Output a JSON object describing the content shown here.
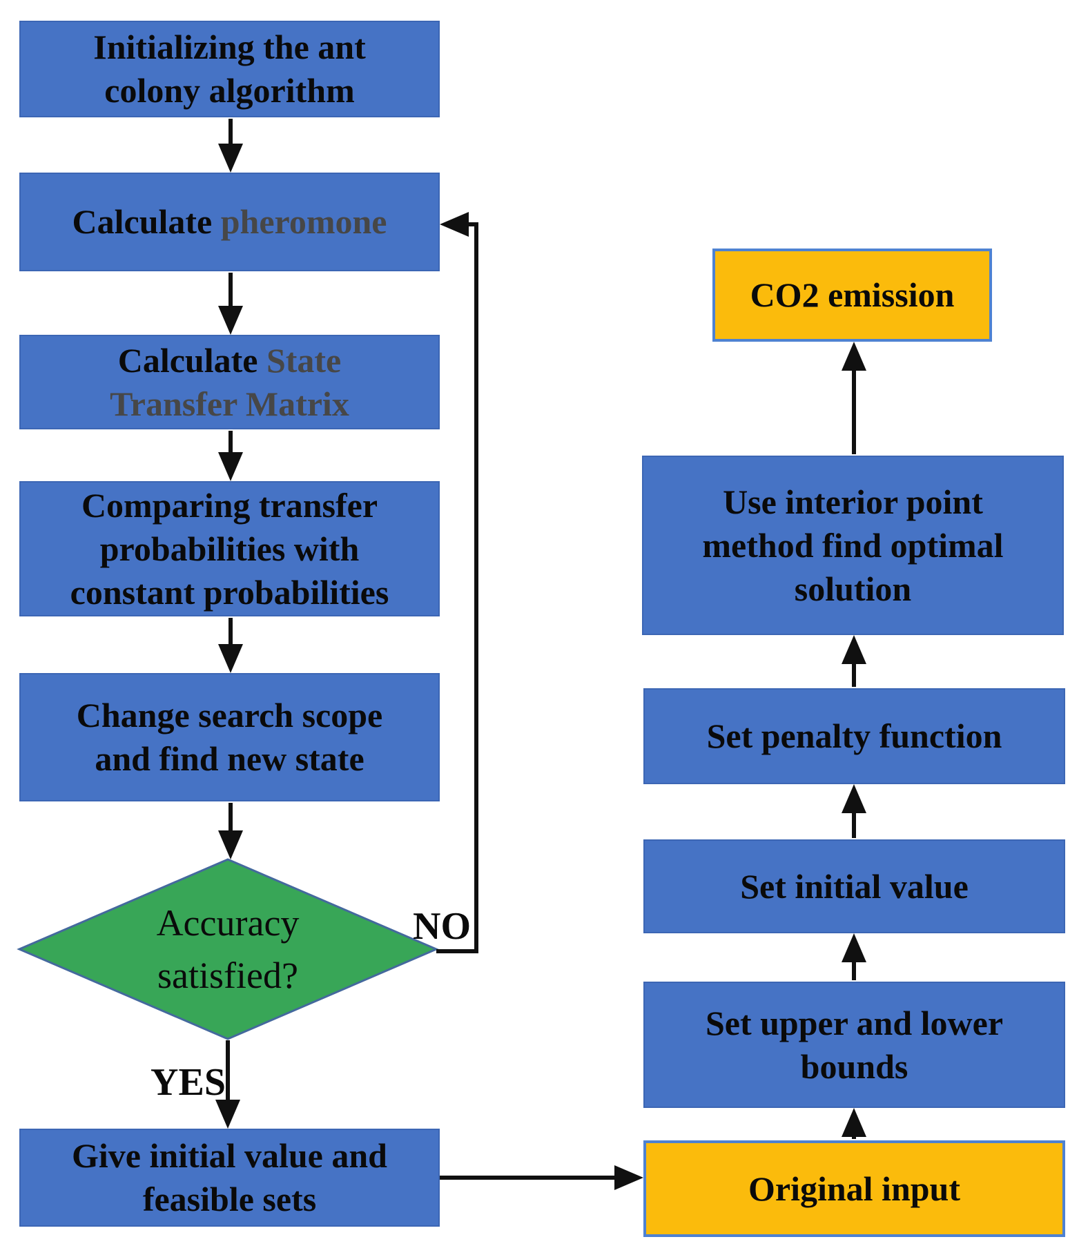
{
  "palette": {
    "blue": "#4673C5",
    "blue_border": "#3C66B4",
    "orange": "#FBBB0C",
    "orange_border": "#4E82D2",
    "green": "#38A657",
    "green_border": "#44699D",
    "gray_text": "#474747",
    "text_black": "#0A0A0A",
    "arrow_black": "#101010",
    "background": "#FFFFFF"
  },
  "ant_colony_flow": {
    "initialize": {
      "lines": [
        "Initializing the ant",
        "colony algorithm"
      ]
    },
    "calculate_pheromone": {
      "black": "Calculate",
      "gray": "pheromone"
    },
    "calculate_state_matrix": {
      "black": "Calculate",
      "gray_line1": "State",
      "gray_line2": "Transfer Matrix"
    },
    "compare_probabilities": {
      "lines": [
        "Comparing transfer",
        "probabilities with",
        "constant probabilities"
      ]
    },
    "change_scope": {
      "lines": [
        "Change search scope",
        "and find new state"
      ]
    },
    "accuracy_decision": {
      "lines": [
        "Accuracy",
        "satisfied?"
      ]
    },
    "yes_label": "YES",
    "no_label": "NO",
    "give_initial": {
      "lines": [
        "Give initial value and",
        "feasible sets"
      ]
    }
  },
  "optimization_flow": {
    "original_input": {
      "label": "Original input"
    },
    "set_bounds": {
      "lines": [
        "Set upper and lower",
        "bounds"
      ]
    },
    "set_initial_value": {
      "label": "Set initial value"
    },
    "set_penalty": {
      "label": "Set penalty function"
    },
    "interior_point": {
      "lines": [
        "Use interior point",
        "method find optimal",
        "solution"
      ]
    },
    "co2_emission": {
      "label": "CO2 emission"
    }
  }
}
